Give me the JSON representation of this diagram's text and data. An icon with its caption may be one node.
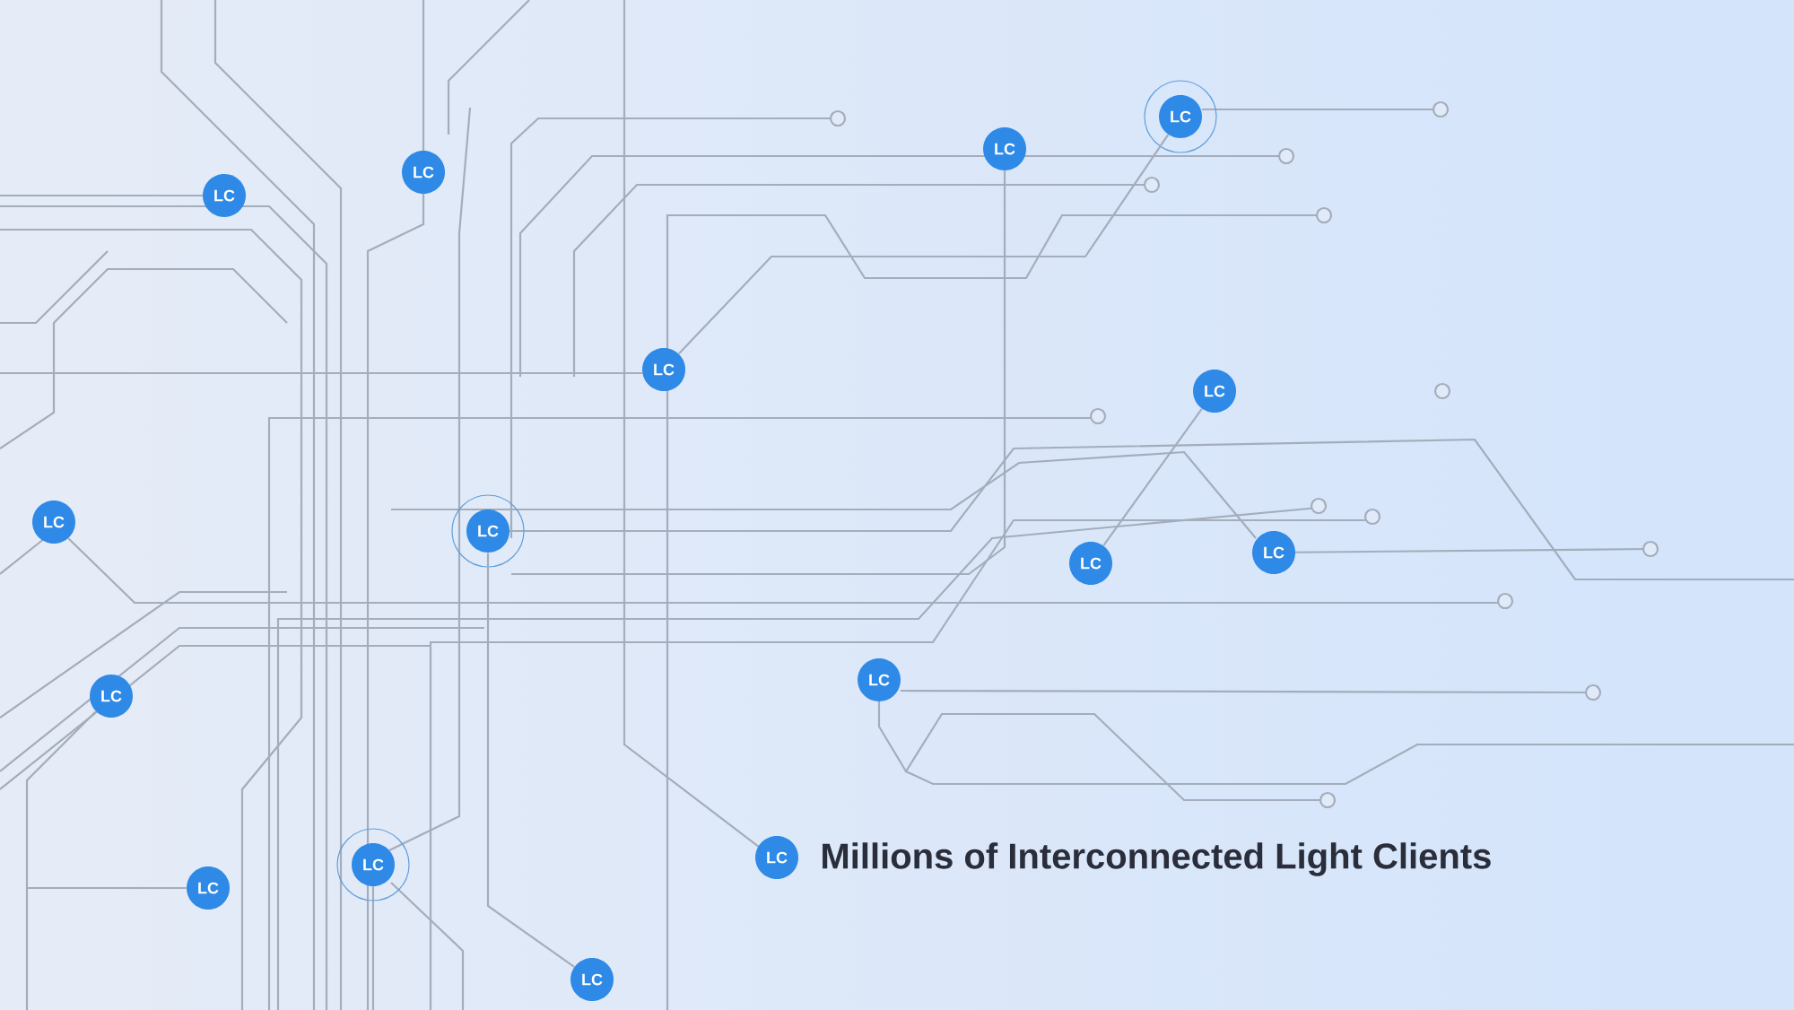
{
  "diagram": {
    "nodes": [
      {
        "text": [
          "LC"
        ]
      },
      {
        "text": [
          "LC"
        ]
      },
      {
        "text": [
          "LC"
        ]
      },
      {
        "text": [
          "LC"
        ]
      },
      {
        "text": [
          "LC"
        ]
      },
      {
        "text": [
          "LC"
        ]
      },
      {
        "text": [
          "LC"
        ]
      },
      {
        "text": [
          "LC"
        ]
      },
      {
        "text": [
          "LC"
        ]
      },
      {
        "text": [
          "LC"
        ]
      },
      {
        "text": [
          "LC"
        ]
      },
      {
        "text": [
          "LC"
        ]
      },
      {
        "text": [
          "LC"
        ],
        "beside": [
          "Millions of Interconnected Light Clients"
        ]
      },
      {
        "text": [
          "LC"
        ]
      },
      {
        "text": [
          "LC"
        ]
      },
      {
        "text": [
          "LC"
        ]
      }
    ],
    "edges": [
      {
        "from": 4,
        "to": 0,
        "arrow": "none"
      },
      {
        "from": 9,
        "to": 5,
        "arrow": "none"
      },
      {
        "from": 11,
        "to": 14,
        "arrow": "none"
      },
      {
        "from": 15,
        "to": 7,
        "arrow": "none"
      }
    ]
  }
}
